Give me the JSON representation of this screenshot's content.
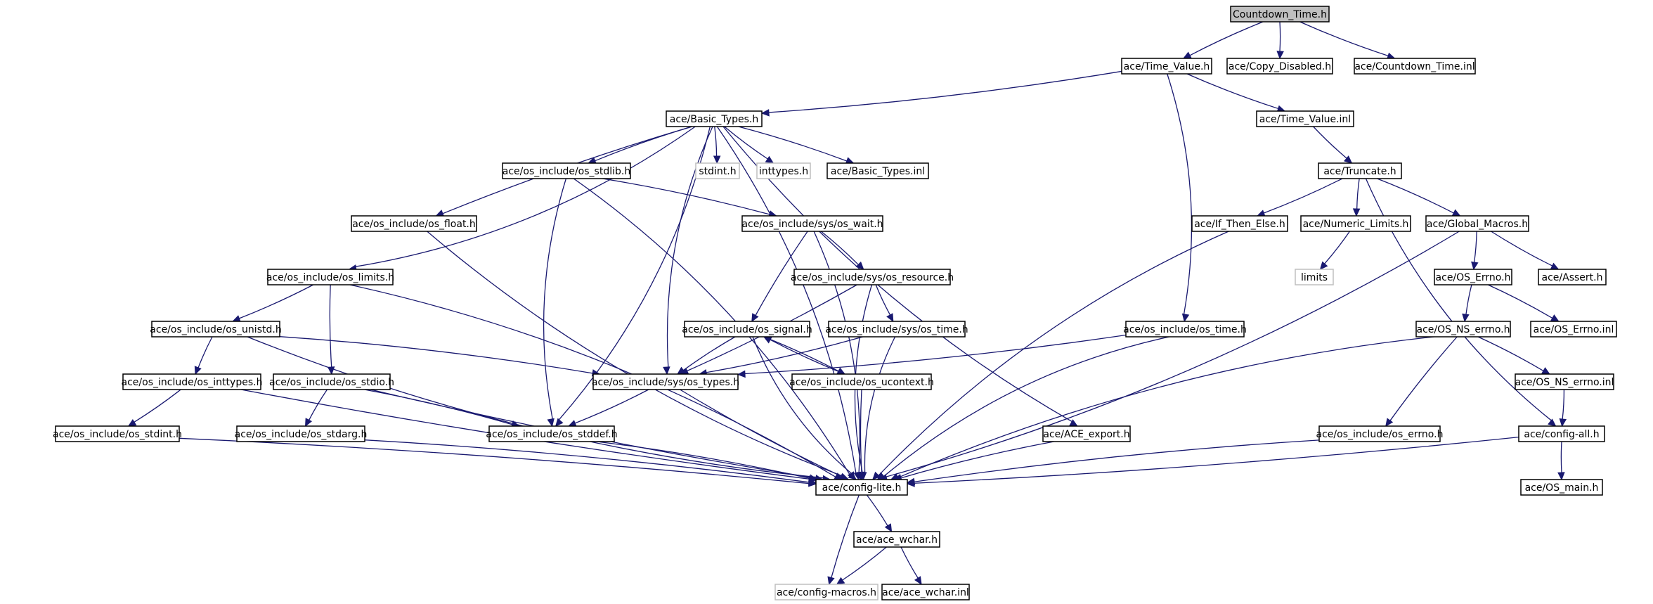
{
  "nodes": [
    {
      "id": "countdown_time_h",
      "label": "Countdown_Time.h",
      "style": "root"
    },
    {
      "id": "time_value_h",
      "label": "ace/Time_Value.h"
    },
    {
      "id": "copy_disabled_h",
      "label": "ace/Copy_Disabled.h"
    },
    {
      "id": "countdown_time_inl",
      "label": "ace/Countdown_Time.inl"
    },
    {
      "id": "basic_types_h",
      "label": "ace/Basic_Types.h"
    },
    {
      "id": "time_value_inl",
      "label": "ace/Time_Value.inl"
    },
    {
      "id": "os_stdlib_h",
      "label": "ace/os_include/os_stdlib.h"
    },
    {
      "id": "stdint_h",
      "label": "stdint.h",
      "style": "external"
    },
    {
      "id": "inttypes_h",
      "label": "inttypes.h",
      "style": "external"
    },
    {
      "id": "basic_types_inl",
      "label": "ace/Basic_Types.inl"
    },
    {
      "id": "truncate_h",
      "label": "ace/Truncate.h"
    },
    {
      "id": "os_float_h",
      "label": "ace/os_include/os_float.h"
    },
    {
      "id": "os_wait_h",
      "label": "ace/os_include/sys/os_wait.h"
    },
    {
      "id": "if_then_else_h",
      "label": "ace/If_Then_Else.h"
    },
    {
      "id": "numeric_limits_h",
      "label": "ace/Numeric_Limits.h"
    },
    {
      "id": "global_macros_h",
      "label": "ace/Global_Macros.h"
    },
    {
      "id": "os_limits_h",
      "label": "ace/os_include/os_limits.h"
    },
    {
      "id": "os_resource_h",
      "label": "ace/os_include/sys/os_resource.h"
    },
    {
      "id": "limits",
      "label": "limits",
      "style": "external"
    },
    {
      "id": "os_errno_h",
      "label": "ace/OS_Errno.h"
    },
    {
      "id": "assert_h",
      "label": "ace/Assert.h"
    },
    {
      "id": "os_unistd_h",
      "label": "ace/os_include/os_unistd.h"
    },
    {
      "id": "os_signal_h",
      "label": "ace/os_include/os_signal.h"
    },
    {
      "id": "sys_os_time_h",
      "label": "ace/os_include/sys/os_time.h"
    },
    {
      "id": "os_time_h",
      "label": "ace/os_include/os_time.h"
    },
    {
      "id": "os_ns_errno_h",
      "label": "ace/OS_NS_errno.h"
    },
    {
      "id": "os_errno_inl",
      "label": "ace/OS_Errno.inl"
    },
    {
      "id": "os_inttypes_h",
      "label": "ace/os_include/os_inttypes.h"
    },
    {
      "id": "os_stdio_h",
      "label": "ace/os_include/os_stdio.h"
    },
    {
      "id": "os_types_h",
      "label": "ace/os_include/sys/os_types.h"
    },
    {
      "id": "os_ucontext_h",
      "label": "ace/os_include/os_ucontext.h"
    },
    {
      "id": "os_ns_errno_inl",
      "label": "ace/OS_NS_errno.inl"
    },
    {
      "id": "os_stdint_h",
      "label": "ace/os_include/os_stdint.h"
    },
    {
      "id": "os_stdarg_h",
      "label": "ace/os_include/os_stdarg.h"
    },
    {
      "id": "os_stddef_h",
      "label": "ace/os_include/os_stddef.h"
    },
    {
      "id": "ace_export_h",
      "label": "ace/ACE_export.h"
    },
    {
      "id": "os_include_errno_h",
      "label": "ace/os_include/os_errno.h"
    },
    {
      "id": "config_all_h",
      "label": "ace/config-all.h"
    },
    {
      "id": "config_lite_h",
      "label": "ace/config-lite.h"
    },
    {
      "id": "os_main_h",
      "label": "ace/OS_main.h"
    },
    {
      "id": "ace_wchar_h",
      "label": "ace/ace_wchar.h"
    },
    {
      "id": "config_macros_h",
      "label": "ace/config-macros.h",
      "style": "external"
    },
    {
      "id": "ace_wchar_inl",
      "label": "ace/ace_wchar.inl"
    }
  ],
  "edges": [
    [
      "countdown_time_h",
      "time_value_h"
    ],
    [
      "countdown_time_h",
      "copy_disabled_h"
    ],
    [
      "countdown_time_h",
      "countdown_time_inl"
    ],
    [
      "time_value_h",
      "basic_types_h"
    ],
    [
      "time_value_h",
      "time_value_inl"
    ],
    [
      "time_value_h",
      "os_time_h"
    ],
    [
      "basic_types_h",
      "os_stdlib_h"
    ],
    [
      "basic_types_h",
      "stdint_h"
    ],
    [
      "basic_types_h",
      "inttypes_h"
    ],
    [
      "basic_types_h",
      "basic_types_inl"
    ],
    [
      "basic_types_h",
      "os_float_h"
    ],
    [
      "basic_types_h",
      "os_limits_h"
    ],
    [
      "basic_types_h",
      "os_types_h"
    ],
    [
      "basic_types_h",
      "os_stddef_h"
    ],
    [
      "basic_types_h",
      "ace_export_h"
    ],
    [
      "basic_types_h",
      "config_lite_h"
    ],
    [
      "time_value_inl",
      "truncate_h"
    ],
    [
      "truncate_h",
      "if_then_else_h"
    ],
    [
      "truncate_h",
      "numeric_limits_h"
    ],
    [
      "truncate_h",
      "global_macros_h"
    ],
    [
      "truncate_h",
      "config_all_h"
    ],
    [
      "numeric_limits_h",
      "limits"
    ],
    [
      "if_then_else_h",
      "config_lite_h"
    ],
    [
      "global_macros_h",
      "os_errno_h"
    ],
    [
      "global_macros_h",
      "assert_h"
    ],
    [
      "global_macros_h",
      "config_lite_h"
    ],
    [
      "os_errno_h",
      "os_ns_errno_h"
    ],
    [
      "os_errno_h",
      "os_errno_inl"
    ],
    [
      "os_ns_errno_h",
      "os_include_errno_h"
    ],
    [
      "os_ns_errno_h",
      "os_ns_errno_inl"
    ],
    [
      "os_ns_errno_h",
      "config_lite_h"
    ],
    [
      "os_ns_errno_inl",
      "config_all_h"
    ],
    [
      "config_all_h",
      "os_main_h"
    ],
    [
      "config_all_h",
      "config_lite_h"
    ],
    [
      "os_include_errno_h",
      "config_lite_h"
    ],
    [
      "os_stdlib_h",
      "os_wait_h"
    ],
    [
      "os_stdlib_h",
      "os_stddef_h"
    ],
    [
      "os_stdlib_h",
      "config_lite_h"
    ],
    [
      "os_float_h",
      "config_lite_h"
    ],
    [
      "os_wait_h",
      "os_resource_h"
    ],
    [
      "os_wait_h",
      "os_signal_h"
    ],
    [
      "os_wait_h",
      "config_lite_h"
    ],
    [
      "os_resource_h",
      "sys_os_time_h"
    ],
    [
      "os_resource_h",
      "os_types_h"
    ],
    [
      "os_resource_h",
      "config_lite_h"
    ],
    [
      "os_limits_h",
      "os_unistd_h"
    ],
    [
      "os_limits_h",
      "os_stdio_h"
    ],
    [
      "os_limits_h",
      "config_lite_h"
    ],
    [
      "os_unistd_h",
      "os_inttypes_h"
    ],
    [
      "os_unistd_h",
      "os_types_h"
    ],
    [
      "os_unistd_h",
      "config_lite_h"
    ],
    [
      "os_inttypes_h",
      "os_stdint_h"
    ],
    [
      "os_inttypes_h",
      "config_lite_h"
    ],
    [
      "os_stdint_h",
      "config_lite_h"
    ],
    [
      "os_stdio_h",
      "os_stdarg_h"
    ],
    [
      "os_stdio_h",
      "os_stddef_h"
    ],
    [
      "os_stdio_h",
      "config_lite_h"
    ],
    [
      "os_stdarg_h",
      "config_lite_h"
    ],
    [
      "os_signal_h",
      "os_types_h"
    ],
    [
      "os_signal_h",
      "os_ucontext_h"
    ],
    [
      "os_signal_h",
      "config_lite_h"
    ],
    [
      "os_ucontext_h",
      "os_signal_h"
    ],
    [
      "os_ucontext_h",
      "config_lite_h"
    ],
    [
      "sys_os_time_h",
      "os_types_h"
    ],
    [
      "sys_os_time_h",
      "config_lite_h"
    ],
    [
      "os_time_h",
      "os_types_h"
    ],
    [
      "os_time_h",
      "config_lite_h"
    ],
    [
      "os_types_h",
      "os_stddef_h"
    ],
    [
      "os_types_h",
      "config_lite_h"
    ],
    [
      "os_stddef_h",
      "config_lite_h"
    ],
    [
      "ace_export_h",
      "config_lite_h"
    ],
    [
      "config_lite_h",
      "ace_wchar_h"
    ],
    [
      "config_lite_h",
      "config_macros_h"
    ],
    [
      "ace_wchar_h",
      "config_macros_h"
    ],
    [
      "ace_wchar_h",
      "ace_wchar_inl"
    ]
  ]
}
